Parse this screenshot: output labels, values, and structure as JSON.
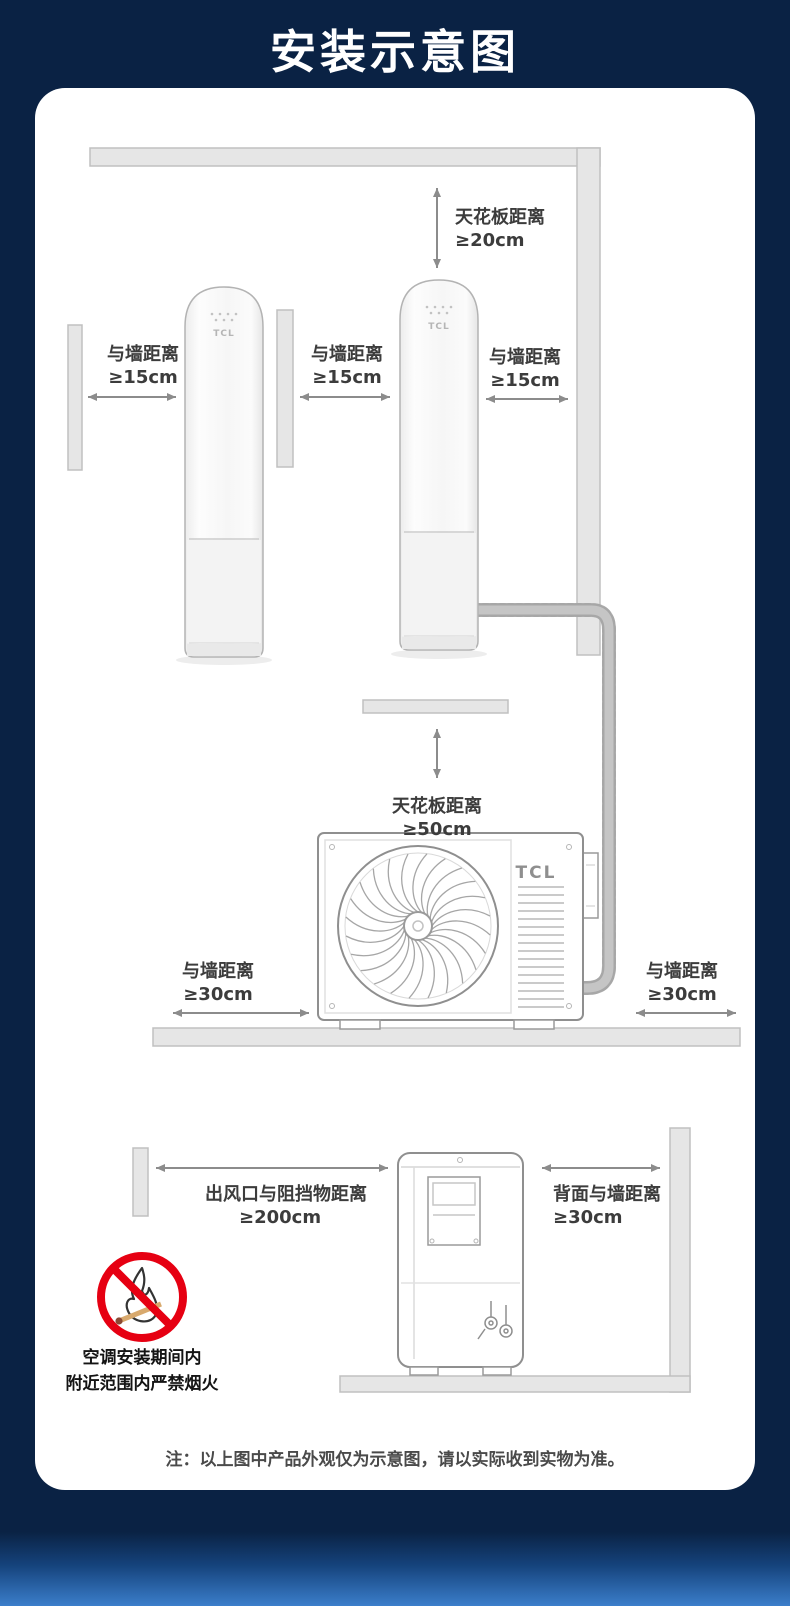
{
  "page": {
    "title": "安装示意图",
    "brand": "TCL",
    "note": "注：以上图中产品外观仅为示意图，请以实际收到实物为准。"
  },
  "measurements": {
    "ceiling_indoor": {
      "label": "天花板距离",
      "value": "≥20cm"
    },
    "wall_left_indoor": {
      "label": "与墙距离",
      "value": "≥15cm"
    },
    "wall_mid_indoor": {
      "label": "与墙距离",
      "value": "≥15cm"
    },
    "wall_right_indoor": {
      "label": "与墙距离",
      "value": "≥15cm"
    },
    "ceiling_outdoor": {
      "label": "天花板距离",
      "value": "≥50cm"
    },
    "wall_left_outdoor": {
      "label": "与墙距离",
      "value": "≥30cm"
    },
    "wall_right_outdoor": {
      "label": "与墙距离",
      "value": "≥30cm"
    },
    "outlet_clearance": {
      "label": "出风口与阻挡物距离",
      "value": "≥200cm"
    },
    "back_wall": {
      "label": "背面与墙距离",
      "value": "≥30cm"
    }
  },
  "warning": {
    "line1": "空调安装期间内",
    "line2": "附近范围内严禁烟火"
  },
  "colors": {
    "background": "#0a2244",
    "card": "#ffffff",
    "accent_band": "#3b7ecb",
    "prohibition_red": "#e60012",
    "line_gray": "#8c8c8c",
    "wall_gray": "#e6e6e6",
    "text_dark": "#3c3c3c"
  }
}
